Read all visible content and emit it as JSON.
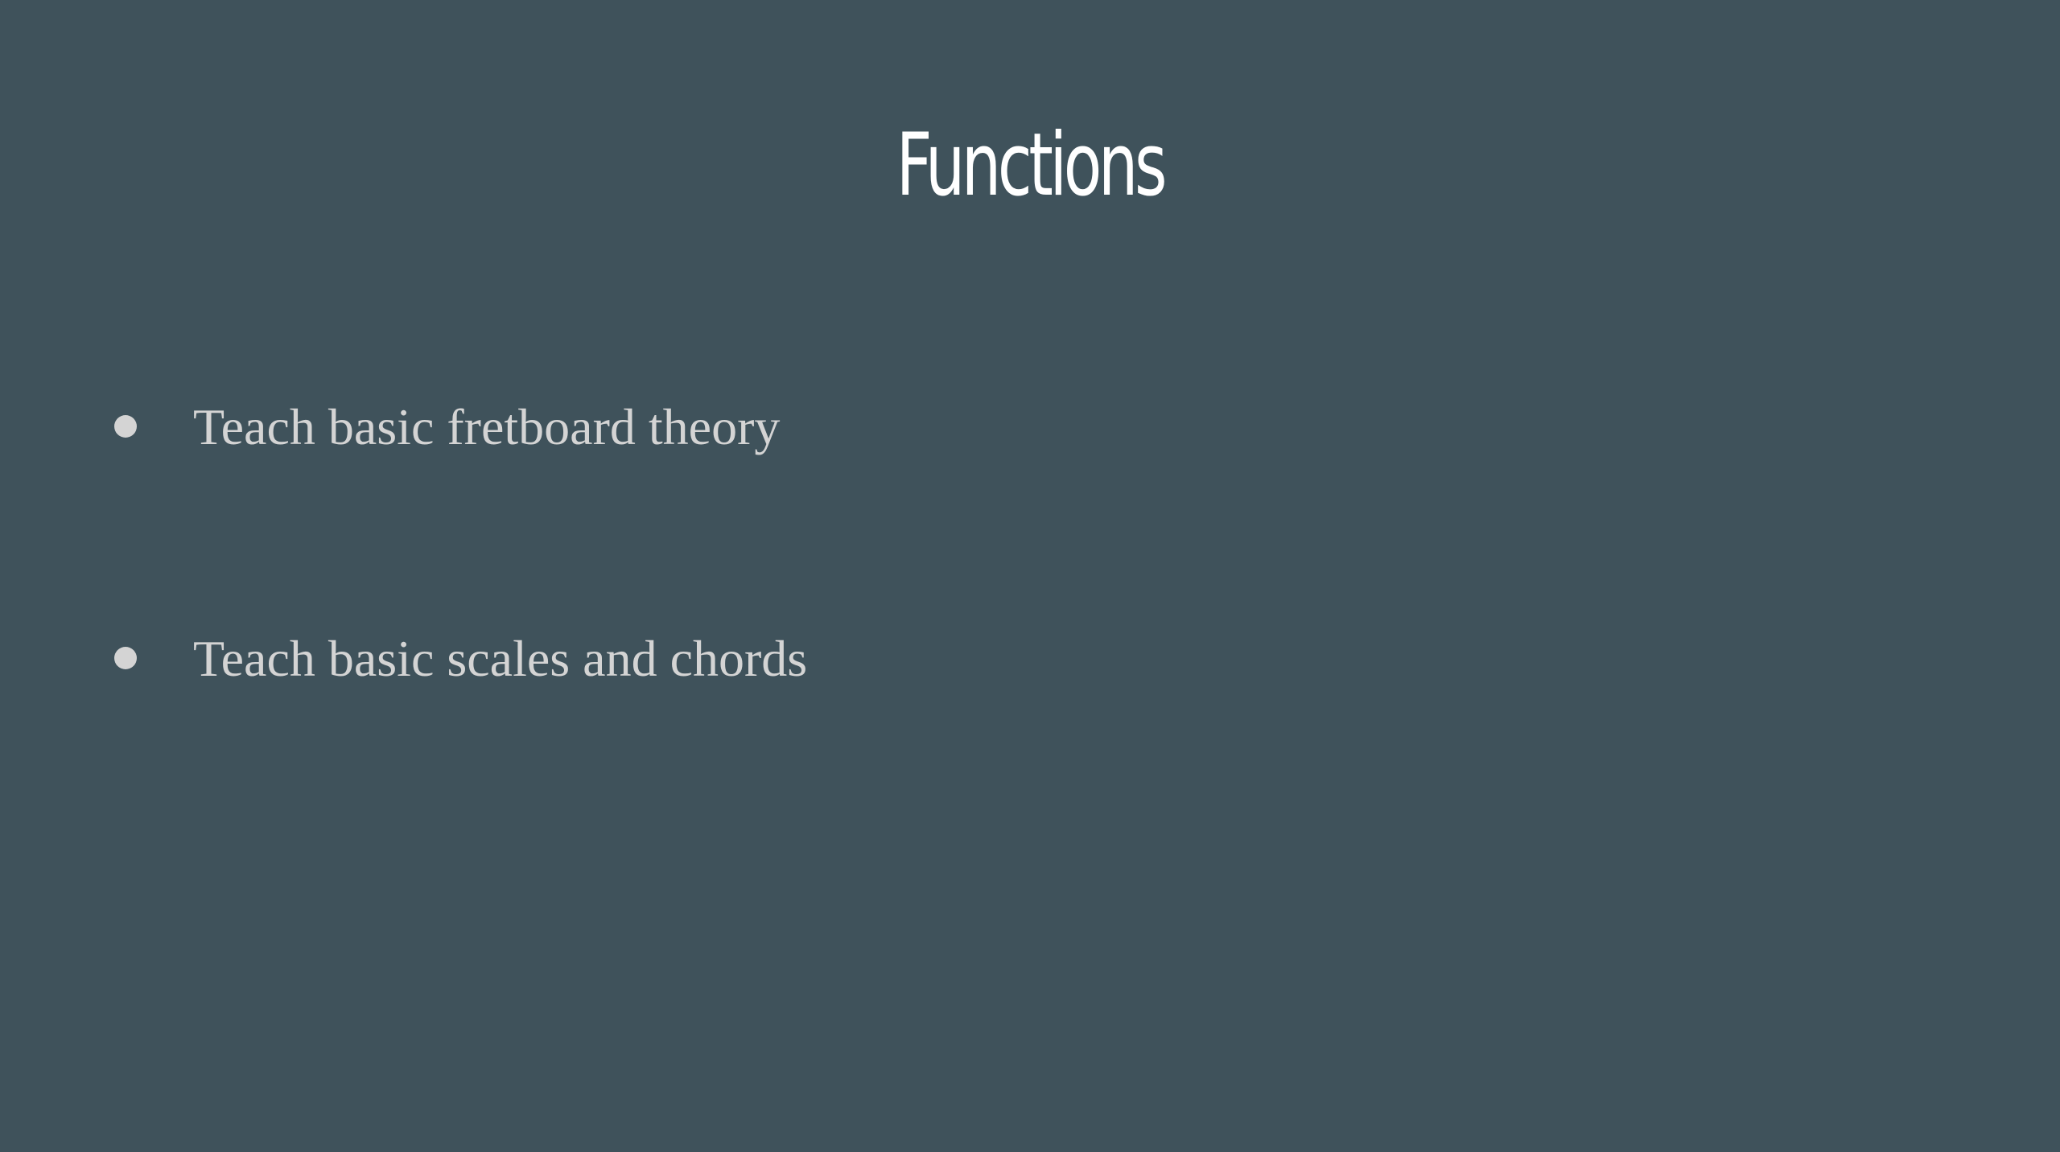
{
  "slide": {
    "title": "Functions",
    "bullets": [
      {
        "text": "Teach basic fretboard theory"
      },
      {
        "text": "Teach basic scales and chords"
      }
    ]
  },
  "colors": {
    "background": "#3f525b",
    "title": "#ffffff",
    "body_text": "#d4d4d4"
  }
}
